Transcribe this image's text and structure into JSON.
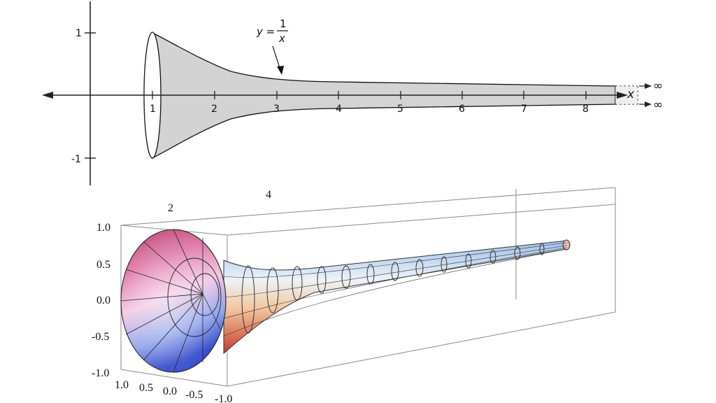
{
  "top_graph": {
    "equation_lhs": "y =",
    "equation_numerator": "1",
    "equation_denominator": "x",
    "axis_variable": "x",
    "infinity_top": "∞",
    "infinity_bottom": "∞",
    "x_ticks": [
      "1",
      "2",
      "3",
      "4",
      "5",
      "6",
      "7",
      "8"
    ],
    "y_ticks": [
      "1",
      "-1"
    ],
    "fill_color": "#d3d3d3"
  },
  "surface_plot": {
    "top_axis_labels": [
      "2",
      "4"
    ],
    "vertical_axis_labels": [
      "1.0",
      "0.5",
      "0.0",
      "-0.5",
      "-1.0"
    ],
    "bottom_axis_labels": [
      "1.0",
      "0.5",
      "0.0",
      "-0.5",
      "-1.0"
    ],
    "colors": {
      "magenta": "#c8508a",
      "pink": "#f0b8d8",
      "blue": "#4a62d8",
      "cream": "#f3ddbd",
      "red": "#c83a30"
    }
  }
}
